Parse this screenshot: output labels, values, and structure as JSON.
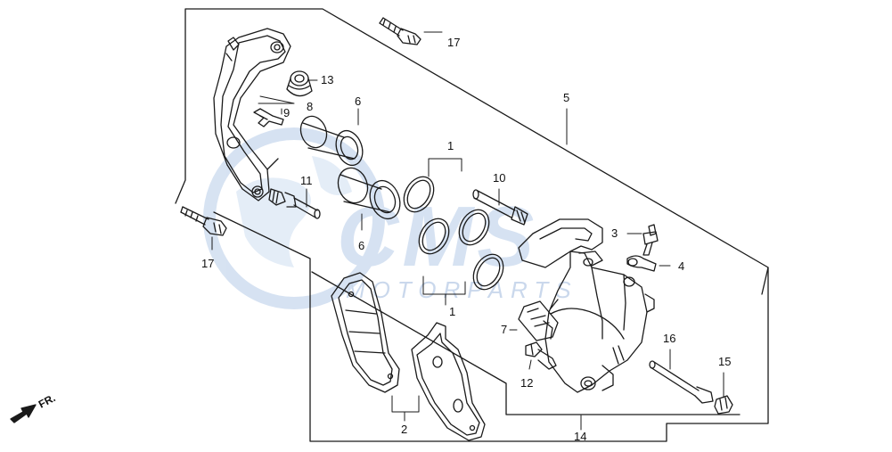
{
  "diagram": {
    "callouts": {
      "c1a": "1",
      "c1b": "1",
      "c2": "2",
      "c3": "3",
      "c4": "4",
      "c5": "5",
      "c6a": "6",
      "c6b": "6",
      "c7": "7",
      "c8": "8",
      "c9": "9",
      "c10": "10",
      "c11": "11",
      "c12": "12",
      "c13": "13",
      "c14": "14",
      "c15": "15",
      "c16": "16",
      "c17a": "17",
      "c17b": "17"
    },
    "front_indicator": "FR.",
    "watermark": {
      "logo": "CMS",
      "tagline": "MOTORPARTS"
    },
    "colors": {
      "line": "#1a1a1a",
      "watermark": "#c9d9ee",
      "watermark_text": "#b9cce6"
    }
  }
}
